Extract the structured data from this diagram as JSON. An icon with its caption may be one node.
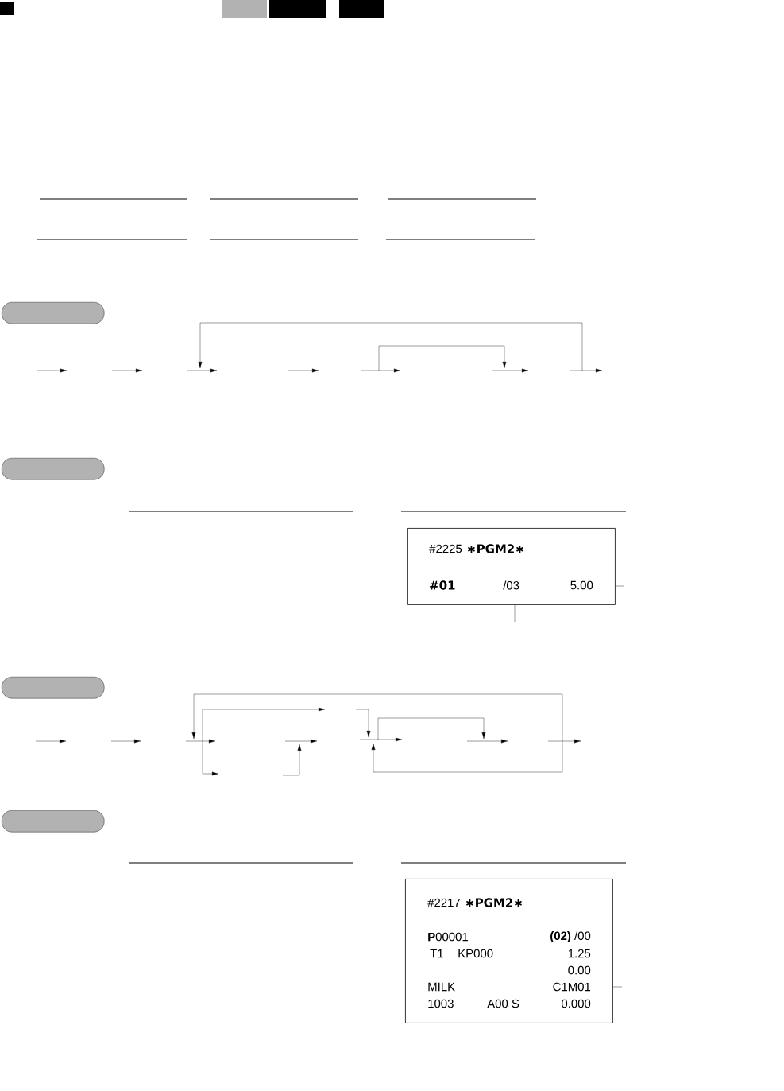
{
  "diagram": {
    "nodes": [
      {
        "text": [],
        "shape": "box"
      },
      {
        "text": [],
        "shape": "box"
      },
      {
        "text": [
          "#2225",
          "∗PGM2∗",
          "#01",
          "/03",
          "5.00"
        ]
      },
      {
        "text": [],
        "shape": "box"
      },
      {
        "text": [],
        "shape": "box"
      },
      {
        "text": [
          "#2217",
          "∗PGM2∗",
          "**P**00001",
          "**(02)** /00",
          "T1",
          "KP000",
          "1.25",
          "0.00",
          "MILK",
          "C1M01",
          "1003",
          "A00 S",
          "0.000"
        ]
      }
    ],
    "edges": [
      {
        "from": null,
        "to": 2,
        "arrow": "none"
      },
      {
        "from": null,
        "to": 2,
        "arrow": "none"
      },
      {
        "from": null,
        "to": 5,
        "arrow": "none"
      }
    ]
  }
}
